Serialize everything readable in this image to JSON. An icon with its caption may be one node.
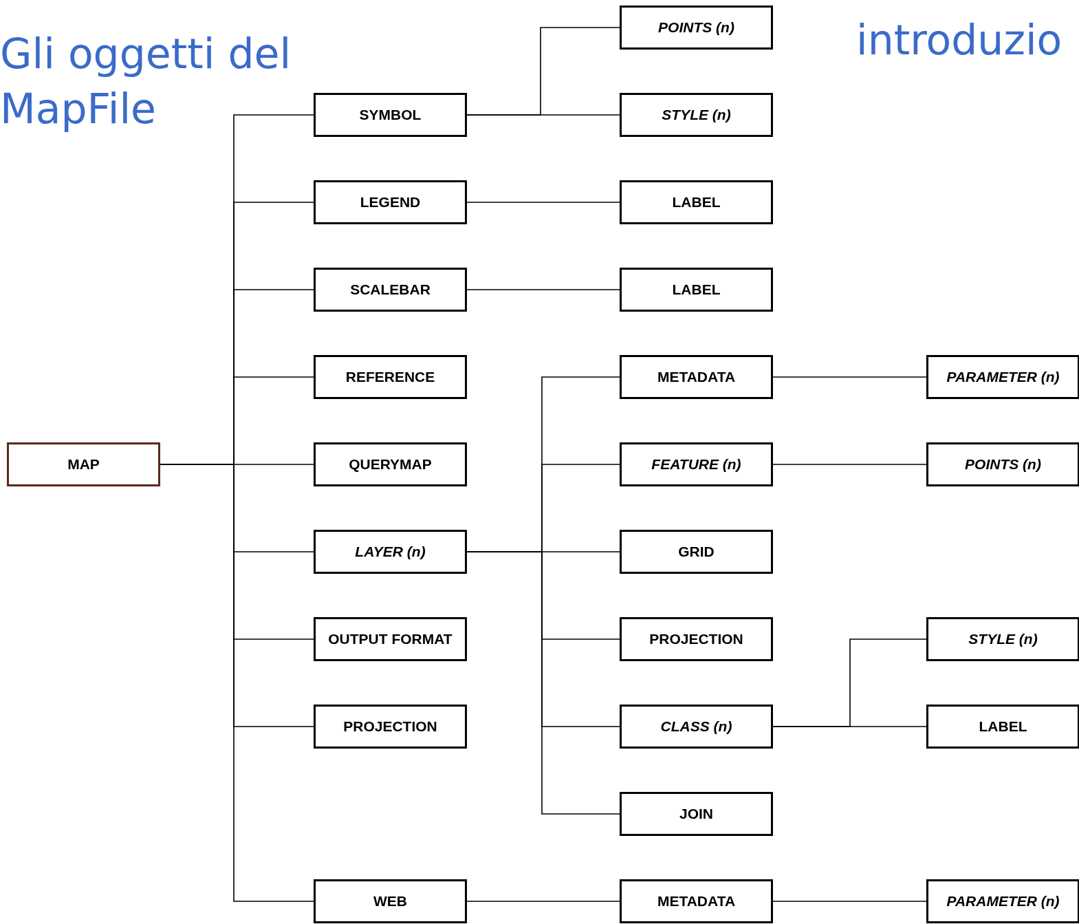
{
  "diagram": {
    "title": "Gli oggetti del MapFile",
    "nodes": [
      {
        "text": [
          "MAP"
        ]
      },
      {
        "text": [
          "SYMBOL"
        ]
      },
      {
        "text": [
          "LEGEND"
        ]
      },
      {
        "text": [
          "SCALEBAR"
        ]
      },
      {
        "text": [
          "REFERENCE"
        ]
      },
      {
        "text": [
          "QUERYMAP"
        ]
      },
      {
        "text": [
          "LAYER (n)"
        ]
      },
      {
        "text": [
          "OUTPUT FORMAT"
        ]
      },
      {
        "text": [
          "PROJECTION"
        ]
      },
      {
        "text": [
          "WEB"
        ]
      },
      {
        "text": [
          "POINTS (n)"
        ]
      },
      {
        "text": [
          "STYLE (n)"
        ]
      },
      {
        "text": [
          "LABEL"
        ]
      },
      {
        "text": [
          "LABEL"
        ]
      },
      {
        "text": [
          "METADATA"
        ]
      },
      {
        "text": [
          "FEATURE (n)"
        ]
      },
      {
        "text": [
          "GRID"
        ]
      },
      {
        "text": [
          "PROJECTION"
        ]
      },
      {
        "text": [
          "CLASS (n)"
        ]
      },
      {
        "text": [
          "JOIN"
        ]
      },
      {
        "text": [
          "METADATA"
        ]
      },
      {
        "text": [
          "PARAMETER (n)"
        ]
      },
      {
        "text": [
          "POINTS (n)"
        ]
      },
      {
        "text": [
          "STYLE (n)"
        ]
      },
      {
        "text": [
          "LABEL"
        ]
      },
      {
        "text": [
          "PARAMETER (n)"
        ]
      }
    ],
    "edges": [
      {
        "from": 0,
        "to": 1,
        "arrow": "none"
      },
      {
        "from": 0,
        "to": 2,
        "arrow": "none"
      },
      {
        "from": 0,
        "to": 3,
        "arrow": "none"
      },
      {
        "from": 0,
        "to": 4,
        "arrow": "none"
      },
      {
        "from": 0,
        "to": 5,
        "arrow": "none"
      },
      {
        "from": 0,
        "to": 6,
        "arrow": "none"
      },
      {
        "from": 0,
        "to": 7,
        "arrow": "none"
      },
      {
        "from": 0,
        "to": 8,
        "arrow": "none"
      },
      {
        "from": 0,
        "to": 9,
        "arrow": "none"
      },
      {
        "from": 1,
        "to": 10,
        "arrow": "none"
      },
      {
        "from": 1,
        "to": 11,
        "arrow": "none"
      },
      {
        "from": 2,
        "to": 12,
        "arrow": "none"
      },
      {
        "from": 3,
        "to": 13,
        "arrow": "none"
      },
      {
        "from": 6,
        "to": 14,
        "arrow": "none"
      },
      {
        "from": 6,
        "to": 15,
        "arrow": "none"
      },
      {
        "from": 6,
        "to": 16,
        "arrow": "none"
      },
      {
        "from": 6,
        "to": 17,
        "arrow": "none"
      },
      {
        "from": 6,
        "to": 18,
        "arrow": "none"
      },
      {
        "from": 6,
        "to": 19,
        "arrow": "none"
      },
      {
        "from": 9,
        "to": 20,
        "arrow": "none"
      },
      {
        "from": 14,
        "to": 21,
        "arrow": "none"
      },
      {
        "from": 15,
        "to": 22,
        "arrow": "none"
      },
      {
        "from": 18,
        "to": 23,
        "arrow": "none"
      },
      {
        "from": 18,
        "to": 24,
        "arrow": "none"
      },
      {
        "from": 20,
        "to": 25,
        "arrow": "none"
      }
    ],
    "labels": [
      "introduzio"
    ]
  }
}
